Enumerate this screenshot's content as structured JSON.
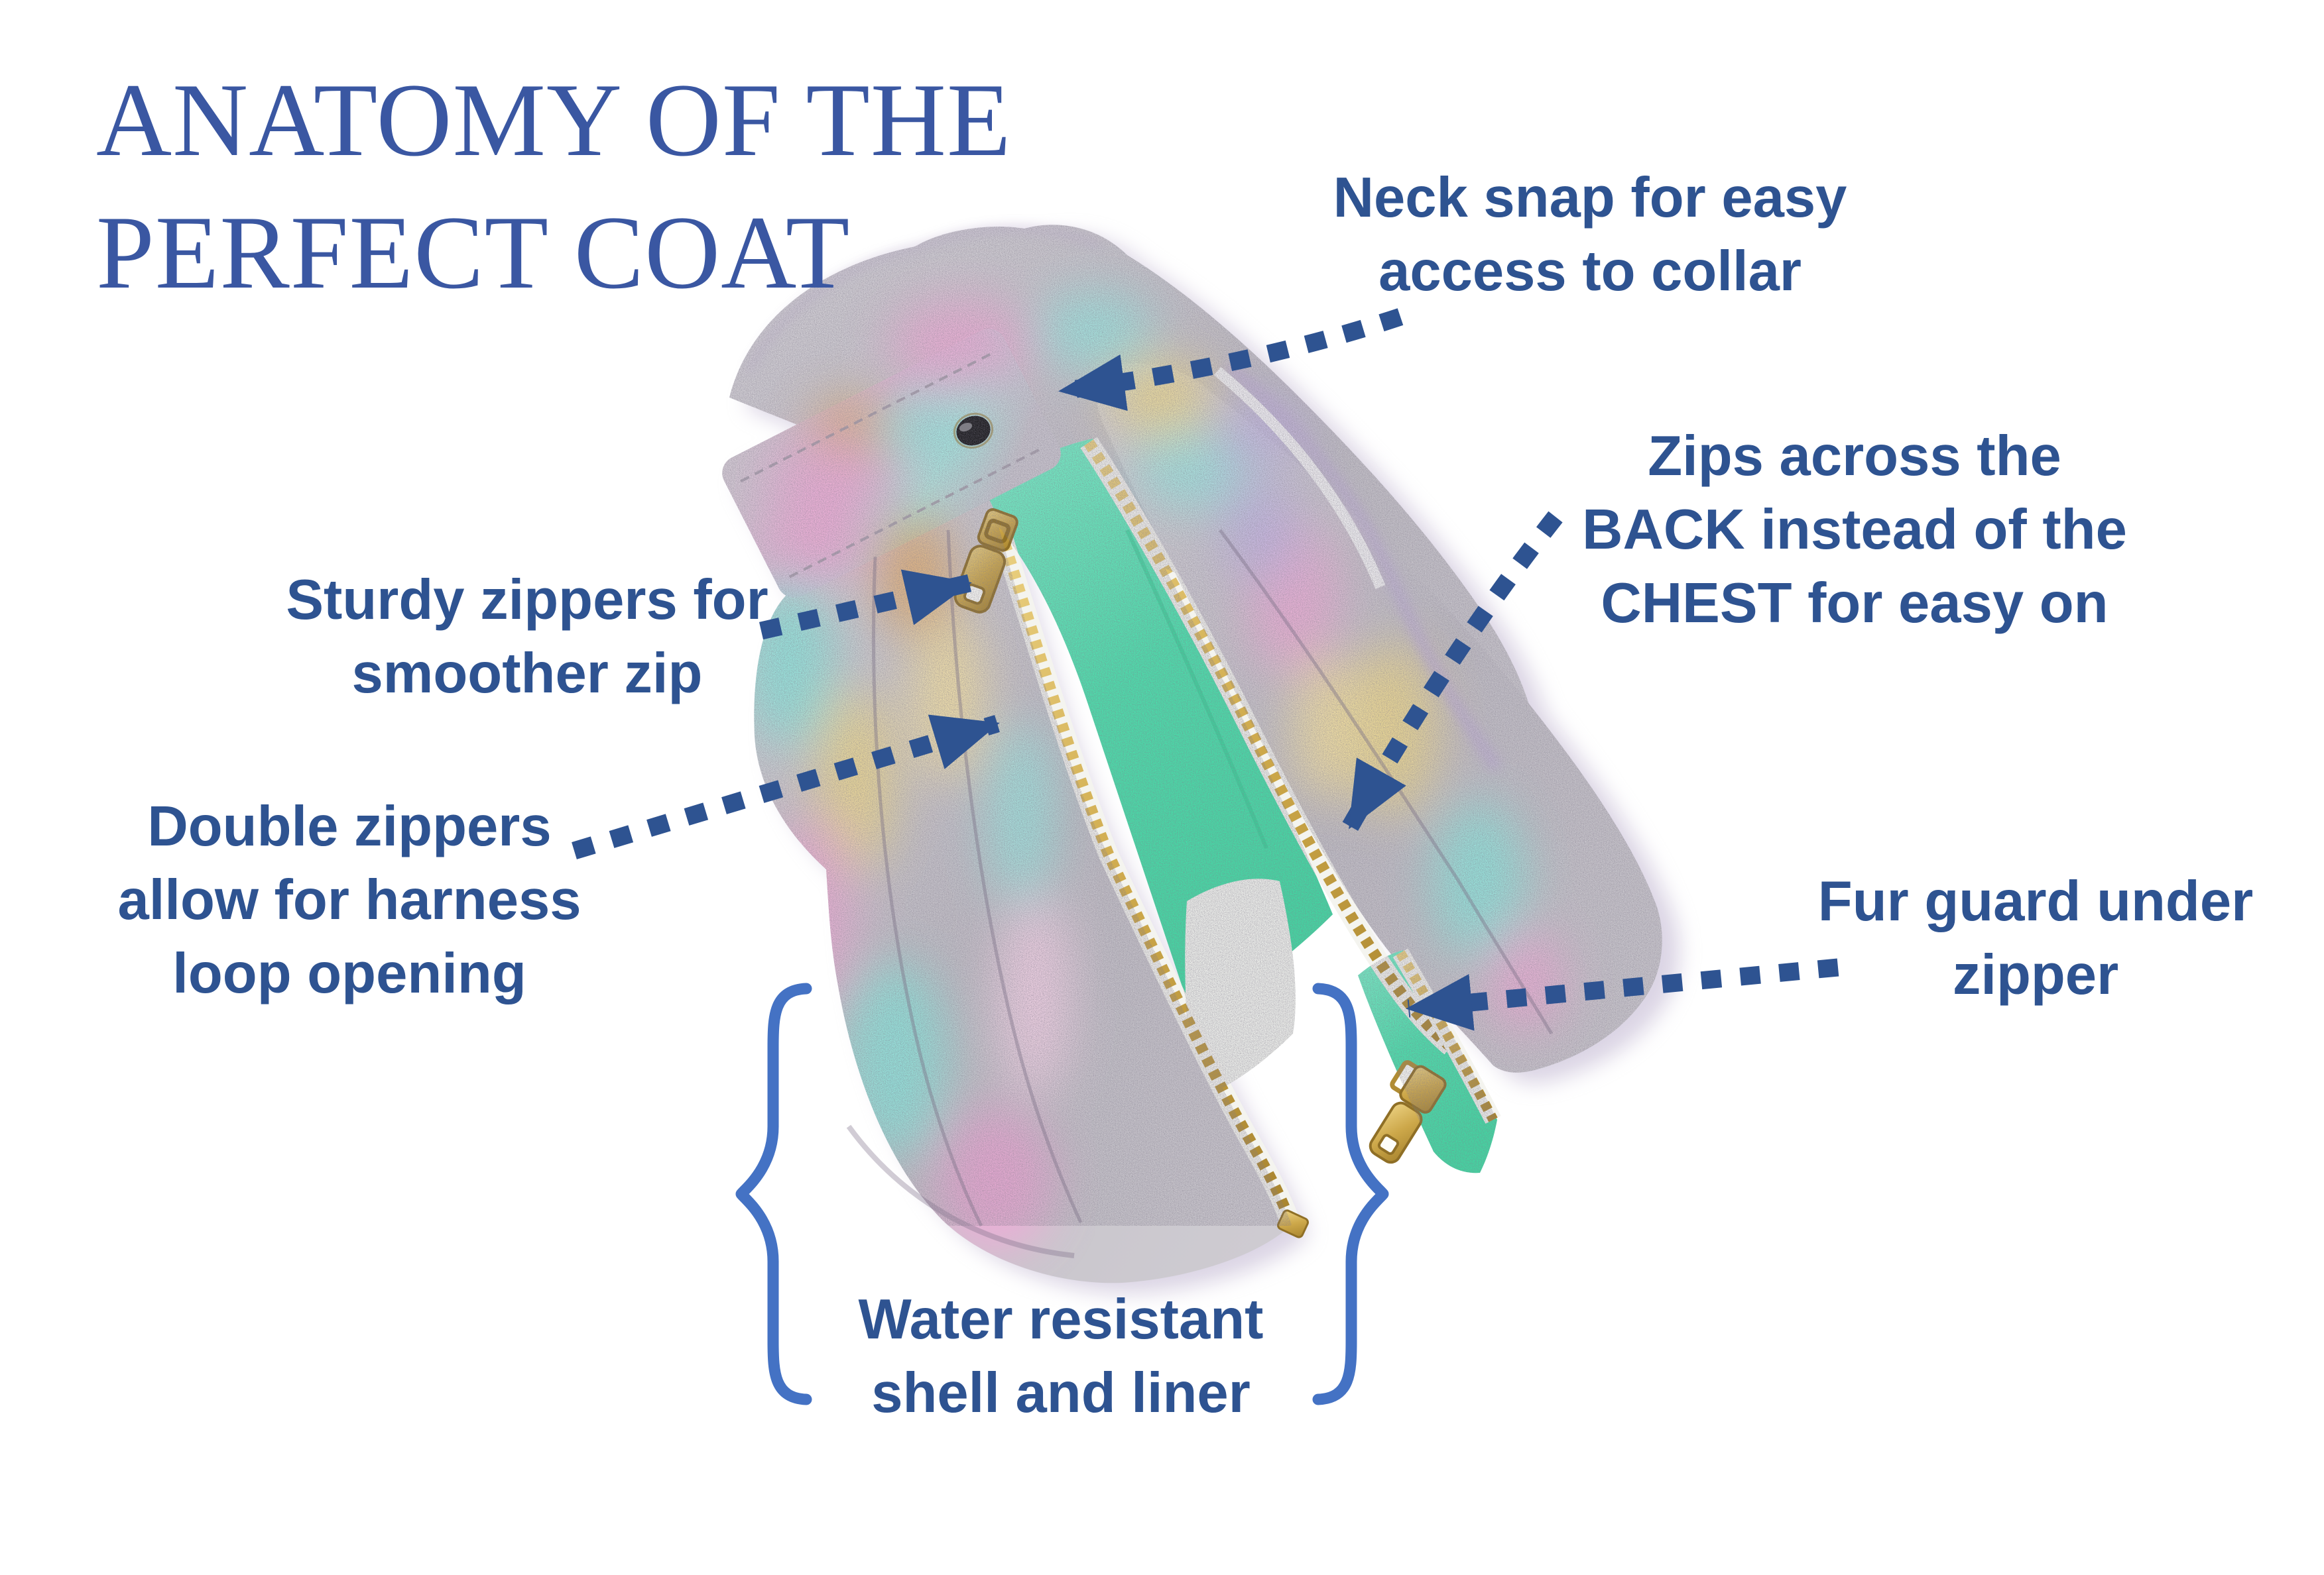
{
  "title": {
    "lines": [
      "ANATOMY OF THE",
      "PERFECT COAT"
    ]
  },
  "annotations": {
    "neck_snap": {
      "lines": [
        "Neck snap for easy",
        "access to collar"
      ]
    },
    "zips_back": {
      "lines": [
        "Zips across the",
        "BACK instead of the",
        "CHEST for easy on"
      ]
    },
    "sturdy_zippers": {
      "lines": [
        "Sturdy zippers for",
        "smoother zip"
      ]
    },
    "double_zippers": {
      "lines": [
        "Double zippers",
        "allow for harness",
        "loop opening"
      ]
    },
    "fur_guard": {
      "lines": [
        "Fur guard under",
        "zipper"
      ]
    },
    "water_resistant": {
      "lines": [
        "Water resistant",
        "shell and liner"
      ]
    }
  },
  "colors": {
    "background": "#ffffff",
    "title_text": "#3a57a2",
    "label_text": "#2e5391",
    "arrow": "#2e5391",
    "brace": "#4472c4",
    "fabric_silver": "#c9c6cc",
    "fabric_pink": "#f7b1dc",
    "fabric_cyan": "#8deee2",
    "fabric_yellow": "#f7e08a",
    "lining_mint": "#49e5ae",
    "zipper_gold": "#c9a347",
    "snap_black": "#17171a"
  }
}
